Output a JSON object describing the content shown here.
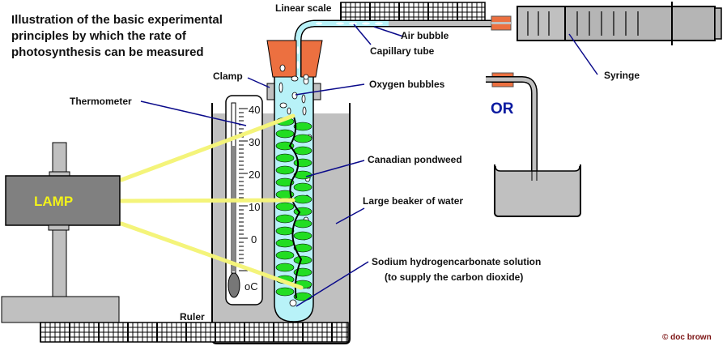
{
  "title_lines": [
    "Illustration of the basic experimental",
    "principles by which the rate of",
    "photosynthesis can be measured"
  ],
  "labels": {
    "linear_scale": "Linear scale",
    "air_bubble": "Air bubble",
    "capillary_tube": "Capillary tube",
    "syringe": "Syringe",
    "clamp": "Clamp",
    "oxygen_bubbles": "Oxygen bubbles",
    "thermometer": "Thermometer",
    "or": "OR",
    "canadian_pondweed": "Canadian pondweed",
    "large_beaker": "Large beaker of water",
    "lamp": "LAMP",
    "sodium_line1": "Sodium hydrogencarbonate solution",
    "sodium_line2": "(to supply the carbon dioxide)",
    "ruler": "Ruler",
    "copyright": "© doc brown"
  },
  "thermometer": {
    "ticks": [
      "40",
      "30",
      "20",
      "10",
      "0"
    ],
    "unit": "oC"
  },
  "colors": {
    "label_line": "#0a0a8a",
    "light_beam": "#f4f47a",
    "water": "#b8f2f8",
    "leaf": "#22dd22",
    "bung": "#ec7040",
    "grey": "#c0c0c0",
    "lamp_body": "#808080"
  }
}
